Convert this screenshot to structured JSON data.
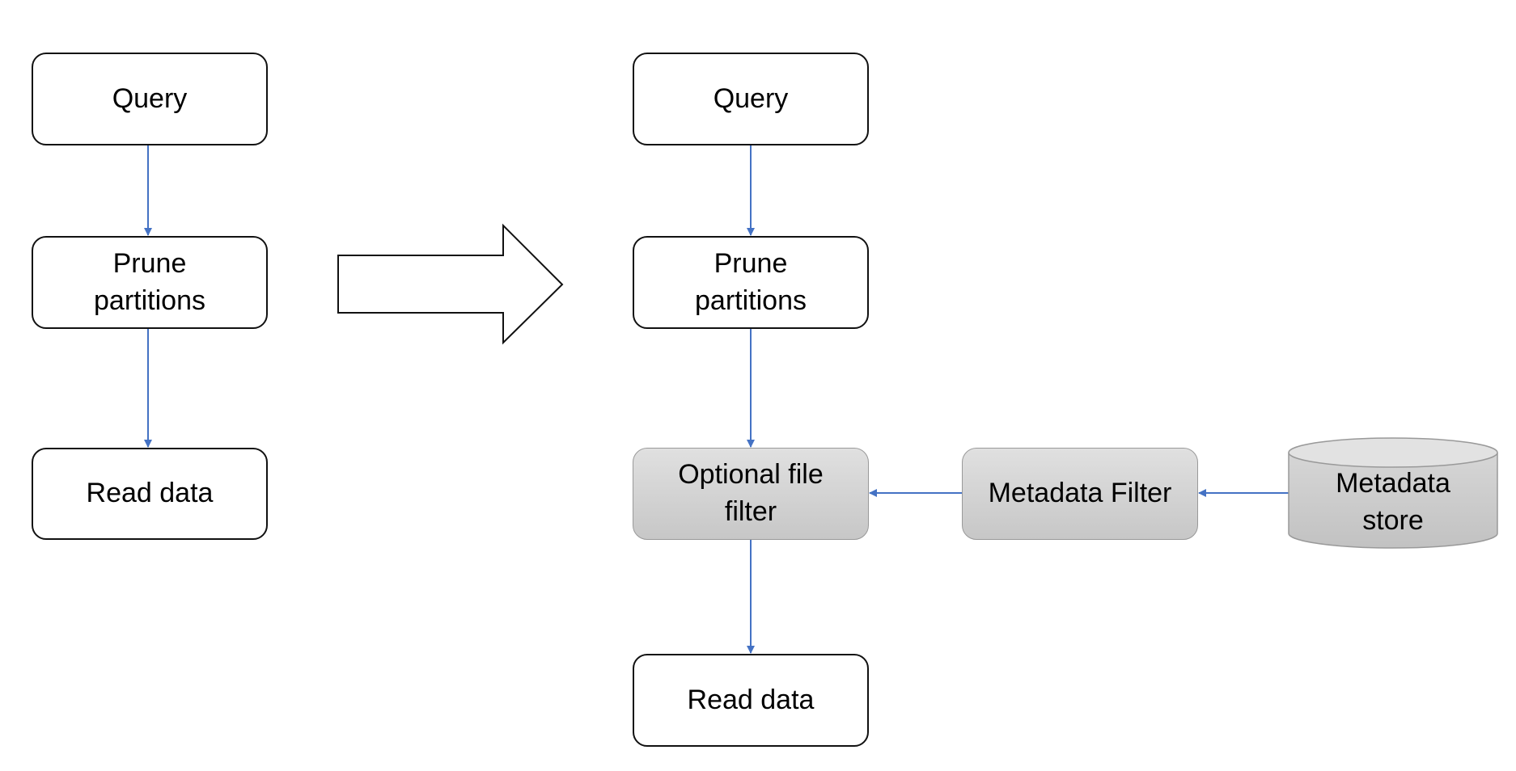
{
  "diagram": {
    "before": {
      "query": "Query",
      "prune": "Prune partitions",
      "read": "Read data"
    },
    "after": {
      "query": "Query",
      "prune": "Prune partitions",
      "optional_filter": "Optional file filter",
      "metadata_filter": "Metadata Filter",
      "metadata_store": "Metadata store",
      "read": "Read data"
    },
    "colors": {
      "arrow": "#4472C4",
      "box_border": "#111111",
      "gray_fill": "#d3d3d3"
    }
  }
}
